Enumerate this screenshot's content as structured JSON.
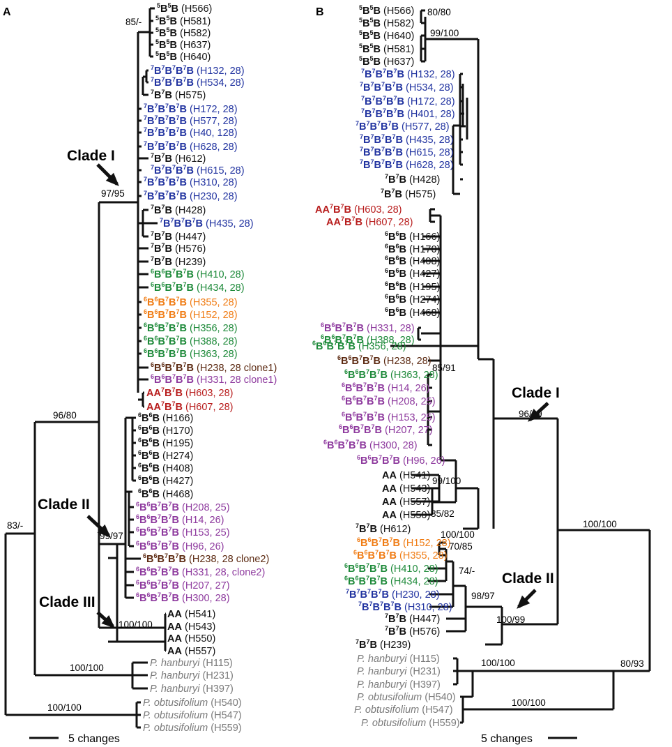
{
  "colors": {
    "black": "#111111",
    "blue": "#2133a0",
    "green": "#1e8a3a",
    "orange": "#f07c14",
    "brown": "#5c2a12",
    "purple": "#8e3a9e",
    "red": "#b81d1d",
    "gray": "#7a7a7a"
  },
  "panelA": {
    "letter": "A",
    "scale_label": "5 changes",
    "clades": [
      {
        "title": "Clade I"
      },
      {
        "title": "Clade II"
      },
      {
        "title": "Clade III"
      }
    ],
    "supports": [
      "85/-",
      "97/95",
      "96/80",
      "99/97",
      "100/100",
      "83/-",
      "100/100",
      "100/100"
    ],
    "leaves": [
      {
        "g": "B5B5",
        "id": "(H566)",
        "c": "black"
      },
      {
        "g": "B5B5",
        "id": "(H581)",
        "c": "black"
      },
      {
        "g": "B5B5",
        "id": "(H582)",
        "c": "black"
      },
      {
        "g": "B5B5",
        "id": "(H637)",
        "c": "black"
      },
      {
        "g": "B5B5",
        "id": "(H640)",
        "c": "black"
      },
      {
        "g": "B7B7B7B7",
        "id": "(H132, 28)",
        "c": "blue"
      },
      {
        "g": "B7B7B7B7",
        "id": "(H534, 28)",
        "c": "blue"
      },
      {
        "g": "B7B7",
        "id": "(H575)",
        "c": "black"
      },
      {
        "g": "B7B7B7B7",
        "id": "(H172, 28)",
        "c": "blue"
      },
      {
        "g": "B7B7B7B7",
        "id": "(H577, 28)",
        "c": "blue"
      },
      {
        "g": "B7B7B7B7",
        "id": "(H40, 128)",
        "c": "blue"
      },
      {
        "g": "B7B7B7B7",
        "id": "(H628, 28)",
        "c": "blue"
      },
      {
        "g": "B7B7",
        "id": "(H612)",
        "c": "black"
      },
      {
        "g": "B7B7B7B7",
        "id": "(H615, 28)",
        "c": "blue"
      },
      {
        "g": "B7B7B7B7",
        "id": "(H310, 28)",
        "c": "blue"
      },
      {
        "g": "B7B7B7B7",
        "id": "(H230, 28)",
        "c": "blue"
      },
      {
        "g": "B7B7",
        "id": "(H428)",
        "c": "black"
      },
      {
        "g": "B7B7B7B7",
        "id": "(H435, 28)",
        "c": "blue"
      },
      {
        "g": "B7B7",
        "id": "(H447)",
        "c": "black"
      },
      {
        "g": "B7B7",
        "id": "(H576)",
        "c": "black"
      },
      {
        "g": "B7B7",
        "id": "(H239)",
        "c": "black"
      },
      {
        "g": "B6B6B7B7",
        "id": "(H410, 28)",
        "c": "green"
      },
      {
        "g": "B6B6B7B7",
        "id": "(H434, 28)",
        "c": "green"
      },
      {
        "g": "B6B6B7B7",
        "id": "(H355, 28)",
        "c": "orange"
      },
      {
        "g": "B6B6B7B7",
        "id": "(H152, 28)",
        "c": "orange"
      },
      {
        "g": "B6B6B7B7",
        "id": "(H356, 28)",
        "c": "green"
      },
      {
        "g": "B6B6B7B7",
        "id": "(H388, 28)",
        "c": "green"
      },
      {
        "g": "B6B6B7B7",
        "id": "(H363, 28)",
        "c": "green"
      },
      {
        "g": "B6B6B7B7",
        "id": "(H238, 28 clone1)",
        "c": "brown"
      },
      {
        "g": "B6B6B7B7",
        "id": "(H331, 28 clone1)",
        "c": "purple"
      },
      {
        "g": "AAB7B7",
        "id": "(H603, 28)",
        "c": "red"
      },
      {
        "g": "AAB7B7",
        "id": "(H607, 28)",
        "c": "red"
      },
      {
        "g": "B6B6",
        "id": "(H166)",
        "c": "black"
      },
      {
        "g": "B6B6",
        "id": "(H170)",
        "c": "black"
      },
      {
        "g": "B6B6",
        "id": "(H195)",
        "c": "black"
      },
      {
        "g": "B6B6",
        "id": "(H274)",
        "c": "black"
      },
      {
        "g": "B6B6",
        "id": "(H408)",
        "c": "black"
      },
      {
        "g": "B6B6",
        "id": "(H427)",
        "c": "black"
      },
      {
        "g": "B6B6",
        "id": "(H468)",
        "c": "black"
      },
      {
        "g": "B6B6B7B7",
        "id": "(H208, 25)",
        "c": "purple"
      },
      {
        "g": "B6B6B7B7",
        "id": "(H14, 26)",
        "c": "purple"
      },
      {
        "g": "B6B6B7B7",
        "id": "(H153, 25)",
        "c": "purple"
      },
      {
        "g": "B6B6B7B7",
        "id": "(H96, 26)",
        "c": "purple"
      },
      {
        "g": "B6B6B7B7",
        "id": "(H238, 28 clone2)",
        "c": "brown"
      },
      {
        "g": "B6B6B7B7",
        "id": "(H331, 28, clone2)",
        "c": "purple"
      },
      {
        "g": "B6B6B7B7",
        "id": "(H207, 27)",
        "c": "purple"
      },
      {
        "g": "B6B6B7B7",
        "id": "(H300, 28)",
        "c": "purple"
      },
      {
        "g": "AA",
        "id": "(H541)",
        "c": "black"
      },
      {
        "g": "AA",
        "id": "(H543)",
        "c": "black"
      },
      {
        "g": "AA",
        "id": "(H550)",
        "c": "black"
      },
      {
        "g": "AA",
        "id": "(H557)",
        "c": "black"
      },
      {
        "sp": "P. hanburyi",
        "id": "(H115)",
        "c": "gray"
      },
      {
        "sp": "P. hanburyi",
        "id": "(H231)",
        "c": "gray"
      },
      {
        "sp": "P. hanburyi",
        "id": "(H397)",
        "c": "gray"
      },
      {
        "sp": "P. obtusifolium",
        "id": "(H540)",
        "c": "gray"
      },
      {
        "sp": "P. obtusifolium",
        "id": "(H547)",
        "c": "gray"
      },
      {
        "sp": "P. obtusifolium",
        "id": "(H559)",
        "c": "gray"
      }
    ]
  },
  "panelB": {
    "letter": "B",
    "scale_label": "5 changes",
    "clades": [
      {
        "title": "Clade I"
      },
      {
        "title": "Clade II"
      }
    ],
    "supports": [
      "80/80",
      "99/100",
      "85/91",
      "96/89",
      "99/100",
      "85/82",
      "100/100",
      "70/85",
      "74/-",
      "98/97",
      "100/99",
      "100/100",
      "100/100",
      "80/93",
      "100/100"
    ],
    "leaves": [
      {
        "g": "B5B5",
        "id": "(H566)",
        "c": "black"
      },
      {
        "g": "B5B5",
        "id": "(H582)",
        "c": "black"
      },
      {
        "g": "B5B5",
        "id": "(H640)",
        "c": "black"
      },
      {
        "g": "B5B5",
        "id": "(H581)",
        "c": "black"
      },
      {
        "g": "B5B5",
        "id": "(H637)",
        "c": "black"
      },
      {
        "g": "B7B7B7B7",
        "id": "(H132, 28)",
        "c": "blue"
      },
      {
        "g": "B7B7B7B7",
        "id": "(H534, 28)",
        "c": "blue"
      },
      {
        "g": "B7B7B7B7",
        "id": "(H172, 28)",
        "c": "blue"
      },
      {
        "g": "B7B7B7B7",
        "id": "(H401, 28)",
        "c": "blue"
      },
      {
        "g": "B7B7B7B7",
        "id": "(H577, 28)",
        "c": "blue"
      },
      {
        "g": "B7B7B7B7",
        "id": "(H435, 28)",
        "c": "blue"
      },
      {
        "g": "B7B7B7B7",
        "id": "(H615, 28)",
        "c": "blue"
      },
      {
        "g": "B7B7B7B7",
        "id": "(H628, 28)",
        "c": "blue"
      },
      {
        "g": "B7B7",
        "id": "(H428)",
        "c": "black"
      },
      {
        "g": "B7B7",
        "id": "(H575)",
        "c": "black"
      },
      {
        "g": "AAB7B7",
        "id": "(H603, 28)",
        "c": "red"
      },
      {
        "g": "AAB7B7",
        "id": "(H607, 28)",
        "c": "red"
      },
      {
        "g": "B6B6",
        "id": "(H166)",
        "c": "black"
      },
      {
        "g": "B6B6",
        "id": "(H170)",
        "c": "black"
      },
      {
        "g": "B6B6",
        "id": "(H408)",
        "c": "black"
      },
      {
        "g": "B6B6",
        "id": "(H427)",
        "c": "black"
      },
      {
        "g": "B6B6",
        "id": "(H195)",
        "c": "black"
      },
      {
        "g": "B6B6",
        "id": "(H274)",
        "c": "black"
      },
      {
        "g": "B6B6",
        "id": "(H468)",
        "c": "black"
      },
      {
        "g": "B6B6B7B7",
        "id": "(H331, 28)",
        "c": "purple"
      },
      {
        "g": "B6B6B7B7",
        "id": "(H388, 28)",
        "c": "green"
      },
      {
        "g": "B6B6B7B7",
        "id": "(H356, 28)",
        "c": "green"
      },
      {
        "g": "B6B6B7B7",
        "id": "(H238, 28)",
        "c": "brown"
      },
      {
        "g": "B6B6B7B7",
        "id": "(H363, 28)",
        "c": "green"
      },
      {
        "g": "B6B6B7B7",
        "id": "(H14, 26)",
        "c": "purple"
      },
      {
        "g": "B6B6B7B7",
        "id": "(H208, 25)",
        "c": "purple"
      },
      {
        "g": "B6B6B7B7",
        "id": "(H153, 25)",
        "c": "purple"
      },
      {
        "g": "B6B6B7B7",
        "id": "(H207, 27)",
        "c": "purple"
      },
      {
        "g": "B6B6B7B7",
        "id": "(H300, 28)",
        "c": "purple"
      },
      {
        "g": "B6B6B7B7",
        "id": "(H96, 26)",
        "c": "purple"
      },
      {
        "g": "AA",
        "id": "(H541)",
        "c": "black"
      },
      {
        "g": "AA",
        "id": "(H543)",
        "c": "black"
      },
      {
        "g": "AA",
        "id": "(H557)",
        "c": "black"
      },
      {
        "g": "AA",
        "id": "(H550)",
        "c": "black"
      },
      {
        "g": "B7B7",
        "id": "(H612)",
        "c": "black"
      },
      {
        "g": "B6B6B7B7",
        "id": "(H152, 28)",
        "c": "orange"
      },
      {
        "g": "B6B6B7B7",
        "id": "(H355, 28)",
        "c": "orange"
      },
      {
        "g": "B6B6B7B7",
        "id": "(H410, 28)",
        "c": "green"
      },
      {
        "g": "B6B6B7B7",
        "id": "(H434, 28)",
        "c": "green"
      },
      {
        "g": "B7B7B7B7",
        "id": "(H230, 28)",
        "c": "blue"
      },
      {
        "g": "B7B7B7B7",
        "id": "(H310, 28)",
        "c": "blue"
      },
      {
        "g": "B7B7",
        "id": "(H447)",
        "c": "black"
      },
      {
        "g": "B7B7",
        "id": "(H576)",
        "c": "black"
      },
      {
        "g": "B7B7",
        "id": "(H239)",
        "c": "black"
      },
      {
        "sp": "P. hanburyi",
        "id": "(H115)",
        "c": "gray"
      },
      {
        "sp": "P. hanburyi",
        "id": "(H231)",
        "c": "gray"
      },
      {
        "sp": "P. hanburyi",
        "id": "(H397)",
        "c": "gray"
      },
      {
        "sp": "P. obtusifolium",
        "id": "(H540)",
        "c": "gray"
      },
      {
        "sp": "P. obtusifolium",
        "id": "(H547)",
        "c": "gray"
      },
      {
        "sp": "P. obtusifolium",
        "id": "(H559)",
        "c": "gray"
      }
    ]
  }
}
